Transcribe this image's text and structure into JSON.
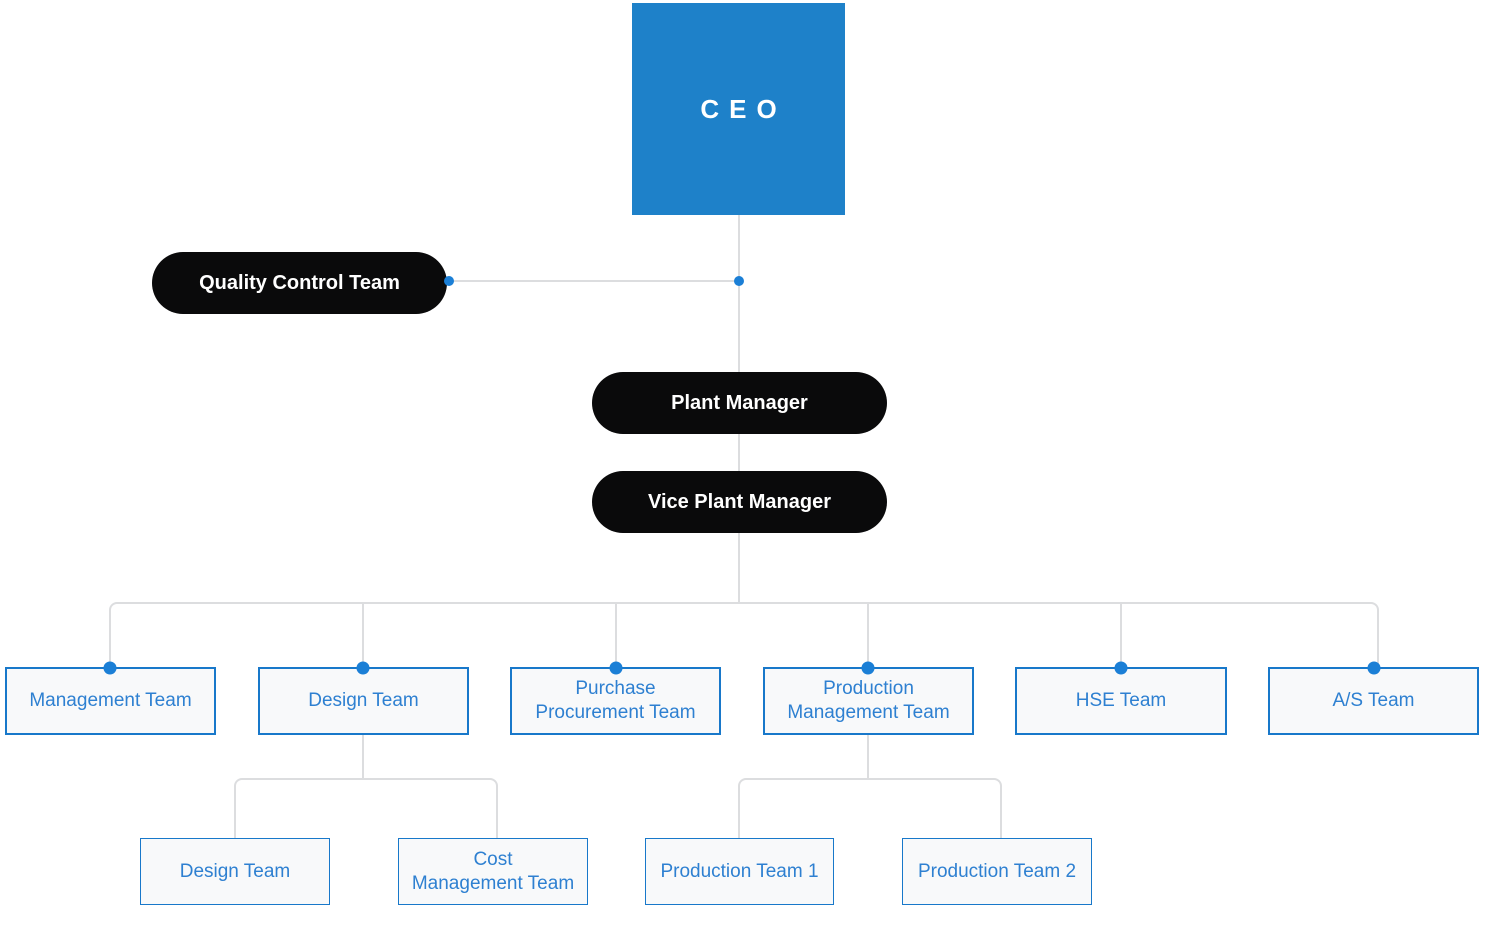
{
  "colors": {
    "page-bg": "#ffffff",
    "accent-blue": "#1e81c9",
    "dot-blue": "#1b7fd6",
    "border-blue": "#1878ca",
    "text-blue": "#2e80d1",
    "line-gray": "#dcdddf",
    "pill-black": "#0a0a0b",
    "box-bg": "#f8f9fa"
  },
  "nodes": {
    "ceo": {
      "label": "CEO"
    },
    "quality_control": {
      "label": "Quality Control Team",
      "reports_to": "CEO"
    },
    "plant_manager": {
      "label": "Plant Manager",
      "reports_to": "CEO"
    },
    "vice_plant_manager": {
      "label": "Vice Plant Manager",
      "reports_to": "Plant Manager"
    },
    "level1": [
      {
        "label": "Management Team",
        "parent": "Vice Plant Manager"
      },
      {
        "label": "Design Team",
        "parent": "Vice Plant Manager"
      },
      {
        "label": "Purchase\nProcurement Team",
        "parent": "Vice Plant Manager"
      },
      {
        "label": "Production\nManagement Team",
        "parent": "Vice Plant Manager"
      },
      {
        "label": "HSE Team",
        "parent": "Vice Plant Manager"
      },
      {
        "label": "A/S Team",
        "parent": "Vice Plant Manager"
      }
    ],
    "level2": [
      {
        "label": "Design Team",
        "parent": "Design Team"
      },
      {
        "label": "Cost\nManagement Team",
        "parent": "Design Team"
      },
      {
        "label": "Production Team 1",
        "parent": "Production Management Team"
      },
      {
        "label": "Production Team 2",
        "parent": "Production Management Team"
      }
    ]
  }
}
